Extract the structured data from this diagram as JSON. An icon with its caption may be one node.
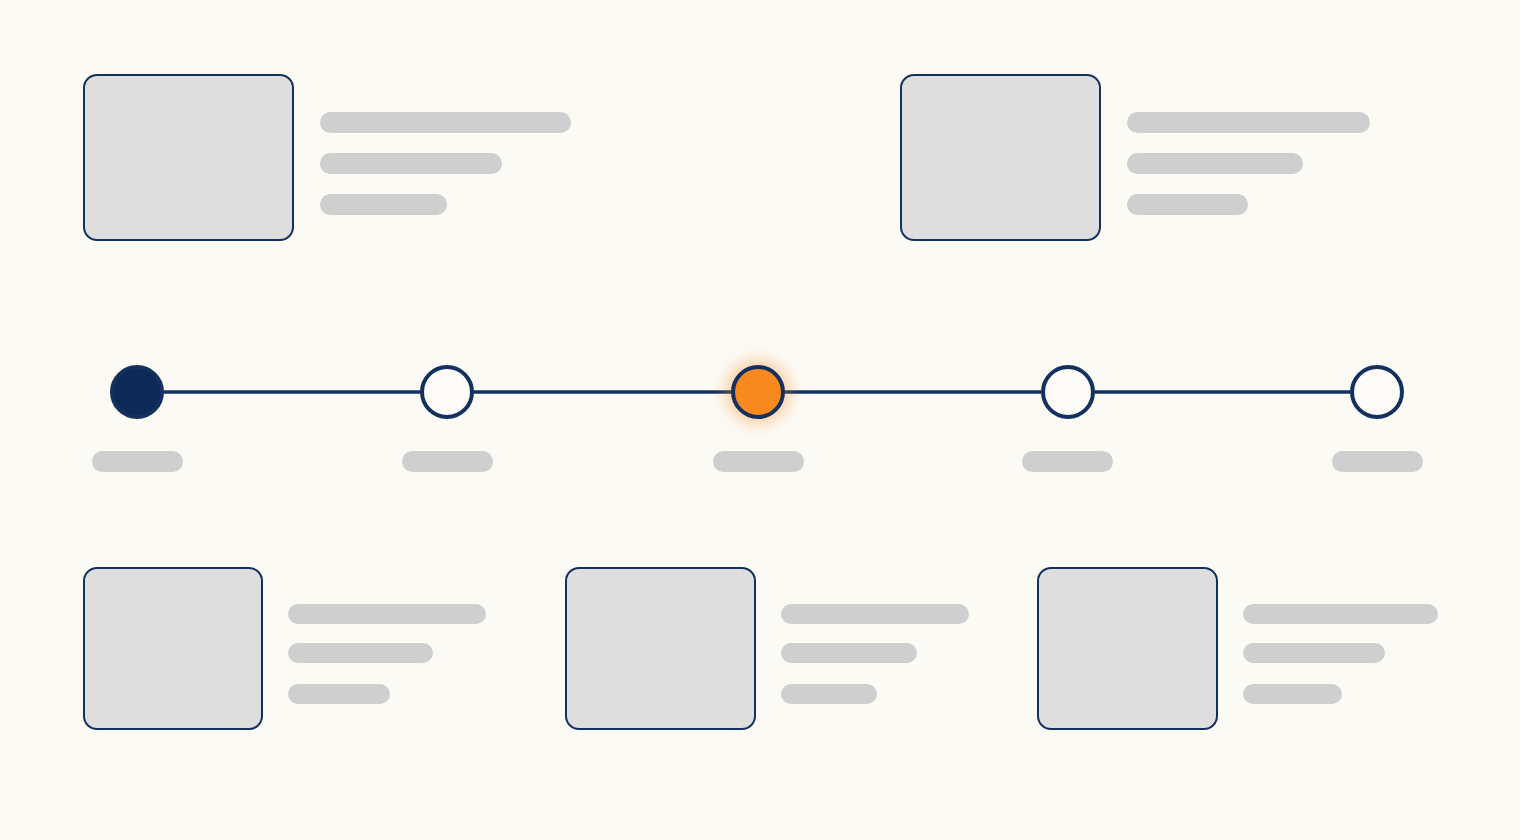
{
  "diagram": {
    "nodes": [
      {
        "text": [],
        "shape": "box"
      },
      {
        "text": [],
        "shape": "bar"
      },
      {
        "text": [],
        "shape": "bar"
      },
      {
        "text": [],
        "shape": "bar"
      },
      {
        "text": [],
        "shape": "box"
      },
      {
        "text": [],
        "shape": "bar"
      },
      {
        "text": [],
        "shape": "bar"
      },
      {
        "text": [],
        "shape": "bar"
      },
      {
        "text": [],
        "shape": "circle"
      },
      {
        "text": [],
        "shape": "circle"
      },
      {
        "text": [],
        "shape": "circle"
      },
      {
        "text": [],
        "shape": "circle"
      },
      {
        "text": [],
        "shape": "circle"
      },
      {
        "text": [],
        "shape": "bar"
      },
      {
        "text": [],
        "shape": "bar"
      },
      {
        "text": [],
        "shape": "bar"
      },
      {
        "text": [],
        "shape": "bar"
      },
      {
        "text": [],
        "shape": "bar"
      },
      {
        "text": [],
        "shape": "box"
      },
      {
        "text": [],
        "shape": "bar"
      },
      {
        "text": [],
        "shape": "bar"
      },
      {
        "text": [],
        "shape": "bar"
      },
      {
        "text": [],
        "shape": "box"
      },
      {
        "text": [],
        "shape": "bar"
      },
      {
        "text": [],
        "shape": "bar"
      },
      {
        "text": [],
        "shape": "bar"
      },
      {
        "text": [],
        "shape": "box"
      },
      {
        "text": [],
        "shape": "bar"
      },
      {
        "text": [],
        "shape": "bar"
      },
      {
        "text": [],
        "shape": "bar"
      }
    ],
    "edges": [
      {
        "from": 8,
        "to": 9,
        "arrow": "none"
      },
      {
        "from": 9,
        "to": 10,
        "arrow": "none"
      },
      {
        "from": 10,
        "to": 11,
        "arrow": "none"
      },
      {
        "from": 11,
        "to": 12,
        "arrow": "none"
      }
    ]
  }
}
